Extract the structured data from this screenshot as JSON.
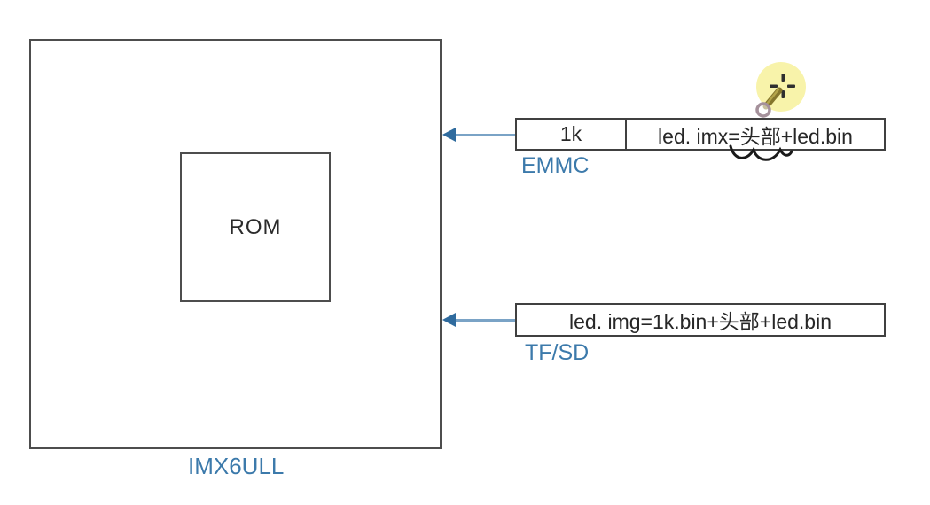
{
  "diagram": {
    "chip": {
      "label": "IMX6ULL",
      "rom_label": "ROM"
    },
    "emmc": {
      "label": "EMMC",
      "header_size": "1k",
      "formula": "led. imx=头部+led.bin"
    },
    "tfsd": {
      "label": "TF/SD",
      "formula": "led. img=1k.bin+头部+led.bin"
    },
    "annotations": {
      "squiggle_underline_target": "头部"
    },
    "icons": {
      "arrow_left": "arrow-left-icon",
      "pen_cursor": "pen-cursor-icon",
      "crosshair": "crosshair-icon",
      "squiggle": "squiggle-underline-icon"
    },
    "colors": {
      "label_blue": "#3c7aab",
      "arrow_line": "#7aa3c6",
      "arrow_head": "#2f6b9e",
      "box_border": "#4a4a4a",
      "text_dark": "#272727",
      "cursor_highlight_yellow": "#f7f2a3",
      "pen_olive": "#85762c"
    }
  }
}
